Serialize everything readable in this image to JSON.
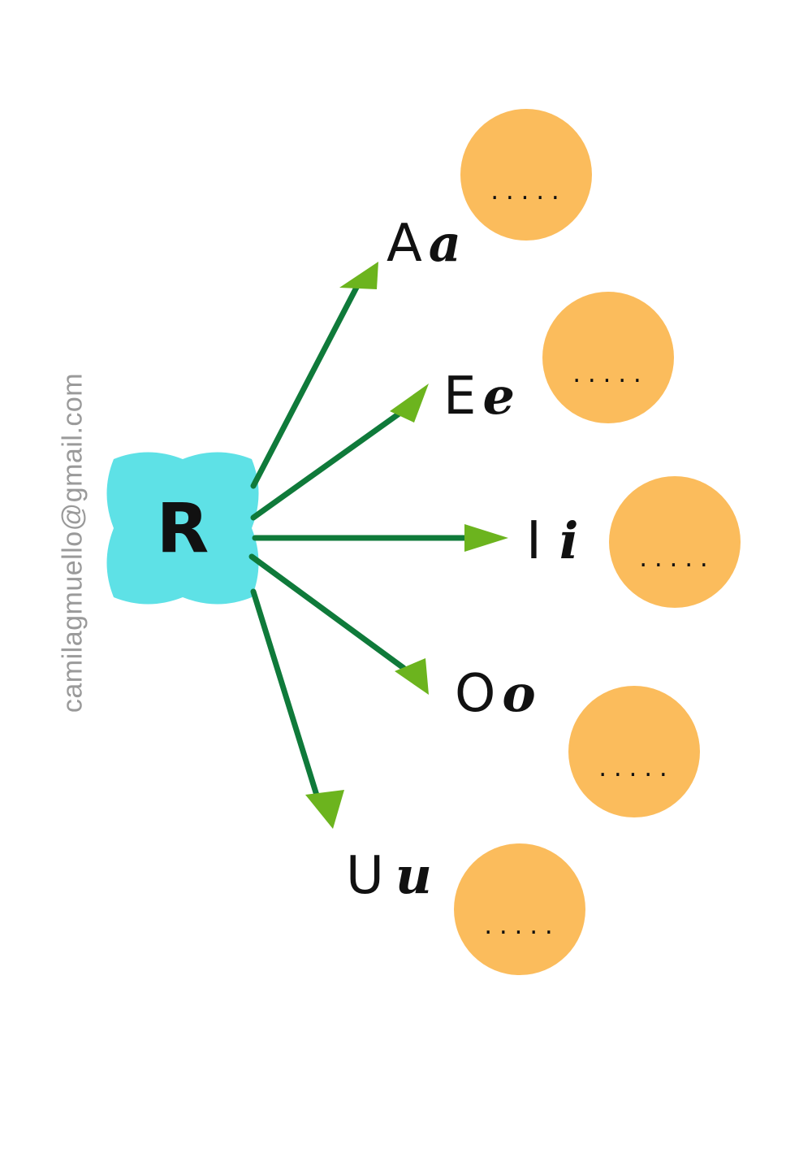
{
  "watermark": "camilagmuello@gmail.com",
  "center": {
    "letter": "R"
  },
  "vowels": [
    {
      "upper": "A",
      "lower": "a",
      "blank": "....."
    },
    {
      "upper": "E",
      "lower": "e",
      "blank": "....."
    },
    {
      "upper": "I",
      "lower": "i",
      "blank": "....."
    },
    {
      "upper": "O",
      "lower": "o",
      "blank": "....."
    },
    {
      "upper": "U",
      "lower": "u",
      "blank": "....."
    }
  ],
  "colors": {
    "center_shape": "#5ee1e6",
    "arrow_line": "#0f7a3a",
    "arrow_head": "#6cb41e",
    "circle": "#fbbc5c",
    "watermark": "#9a9a9a"
  }
}
